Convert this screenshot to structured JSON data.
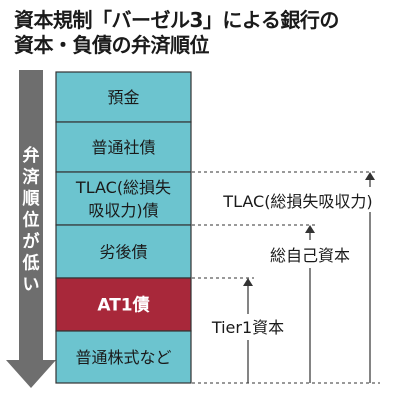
{
  "title": {
    "line1": "資本規制「バーゼル3」による銀行の",
    "line2": "資本・負債の弁済順位"
  },
  "side_label": "弁済順位が低い",
  "blocks": [
    {
      "lines": [
        "預金"
      ],
      "color": "#6cc4cf",
      "text_color": "#1a1a1a",
      "bold": false
    },
    {
      "lines": [
        "普通社債"
      ],
      "color": "#6cc4cf",
      "text_color": "#1a1a1a",
      "bold": false
    },
    {
      "lines": [
        "TLAC(総損失",
        "吸収力)債"
      ],
      "color": "#6cc4cf",
      "text_color": "#1a1a1a",
      "bold": false
    },
    {
      "lines": [
        "劣後債"
      ],
      "color": "#6cc4cf",
      "text_color": "#1a1a1a",
      "bold": false
    },
    {
      "lines": [
        "AT1債"
      ],
      "color": "#a8283a",
      "text_color": "#ffffff",
      "bold": true
    },
    {
      "lines": [
        "普通株式など"
      ],
      "color": "#6cc4cf",
      "text_color": "#1a1a1a",
      "bold": false
    }
  ],
  "ranges": [
    {
      "label": "TLAC(総損失吸収力)"
    },
    {
      "label": "総自己資本"
    },
    {
      "label": "Tier1資本"
    }
  ],
  "colors": {
    "arrow": "#6e6e6e",
    "border": "#333333",
    "line": "#333333"
  }
}
